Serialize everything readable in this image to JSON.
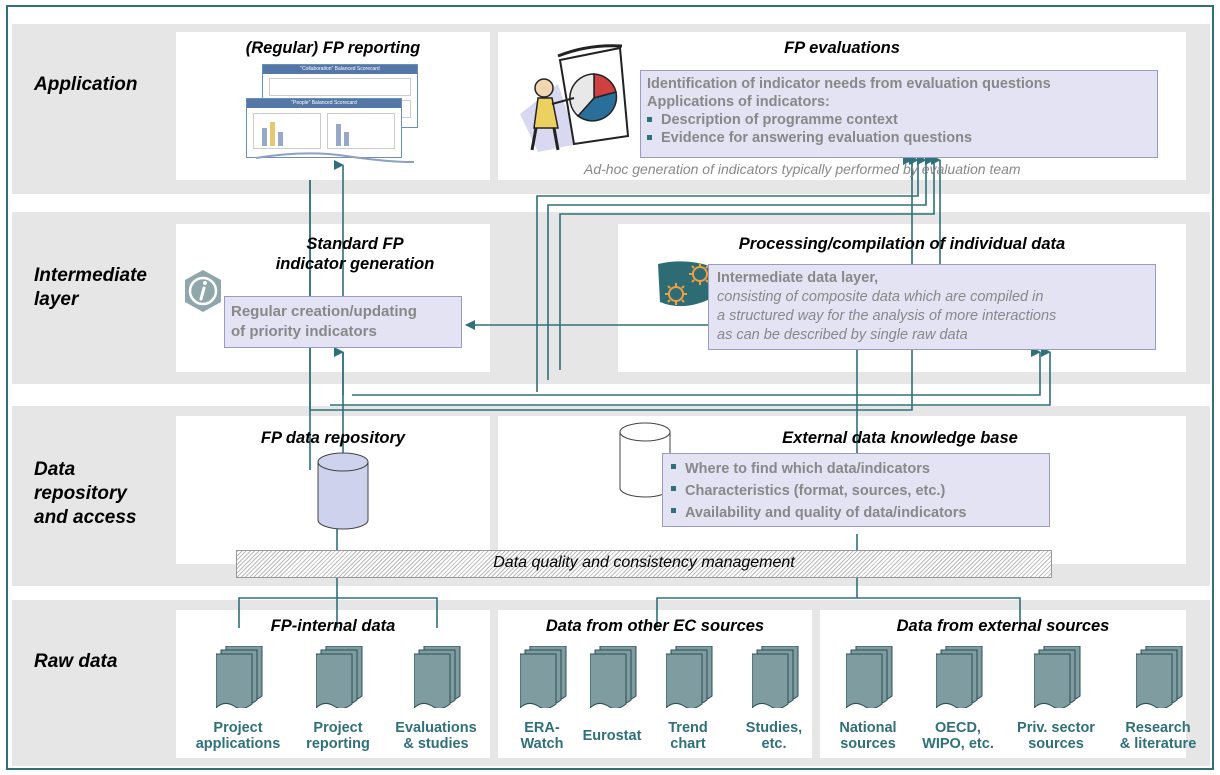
{
  "rows": {
    "application": "Application",
    "intermediate": [
      "Intermediate",
      "layer"
    ],
    "data_repository": [
      "Data",
      "repository",
      "and access"
    ],
    "raw_data": "Raw data"
  },
  "application": {
    "fp_reporting_title": "(Regular) FP reporting",
    "fp_reporting_thumb": {
      "top_title": "\"Collaboration\" Balanced Scorecard",
      "bottom_title": "\"People\" Balanced Scorecard"
    },
    "fp_evaluations_title": "FP evaluations",
    "eval_box": {
      "line1": "Identification of indicator needs from evaluation questions",
      "line2": "Applications of indicators:",
      "bullets": [
        "Description of programme context",
        "Evidence for answering evaluation questions"
      ]
    },
    "adhoc_note": "Ad-hoc generation of indicators typically performed by evaluation team"
  },
  "intermediate": {
    "standard_title": "Standard FP indicator generation",
    "standard_box": [
      "Regular creation/updating",
      "of priority indicators"
    ],
    "processing_title": "Processing/compilation of individual data",
    "processing_box": {
      "heading": "Intermediate data layer,",
      "body": [
        "consisting of composite data which are compiled in",
        "a structured way for the analysis of more interactions",
        "as can be described by single raw data"
      ]
    }
  },
  "repository": {
    "fp_repo_title": "FP data repository",
    "external_title": "External data knowledge base",
    "external_bullets": [
      "Where to find which data/indicators",
      "Characteristics (format, sources, etc.)",
      "Availability and quality of data/indicators"
    ],
    "quality_bar": "Data quality and consistency management"
  },
  "raw": {
    "internal_title": "FP-internal data",
    "ec_title": "Data from other EC sources",
    "external_title": "Data from external sources",
    "documents": [
      [
        "Project",
        "applications"
      ],
      [
        "Project",
        "reporting"
      ],
      [
        "Evaluations",
        "& studies"
      ],
      [
        "ERA-",
        "Watch"
      ],
      [
        "Eurostat"
      ],
      [
        "Trend",
        "chart"
      ],
      [
        "Studies,",
        "etc."
      ],
      [
        "National",
        "sources"
      ],
      [
        "OECD,",
        "WIPO, etc."
      ],
      [
        "Priv. sector",
        "sources"
      ],
      [
        "Research",
        "& literature"
      ]
    ]
  },
  "colors": {
    "teal": "#2f7079",
    "band": "#e6e6e6",
    "box": "#e3e3f4",
    "grey_text": "#888888"
  },
  "icons": [
    "info-icon",
    "gears-icon",
    "presenter-chart-icon",
    "database-cylinder-icon",
    "document-stack-icon"
  ]
}
